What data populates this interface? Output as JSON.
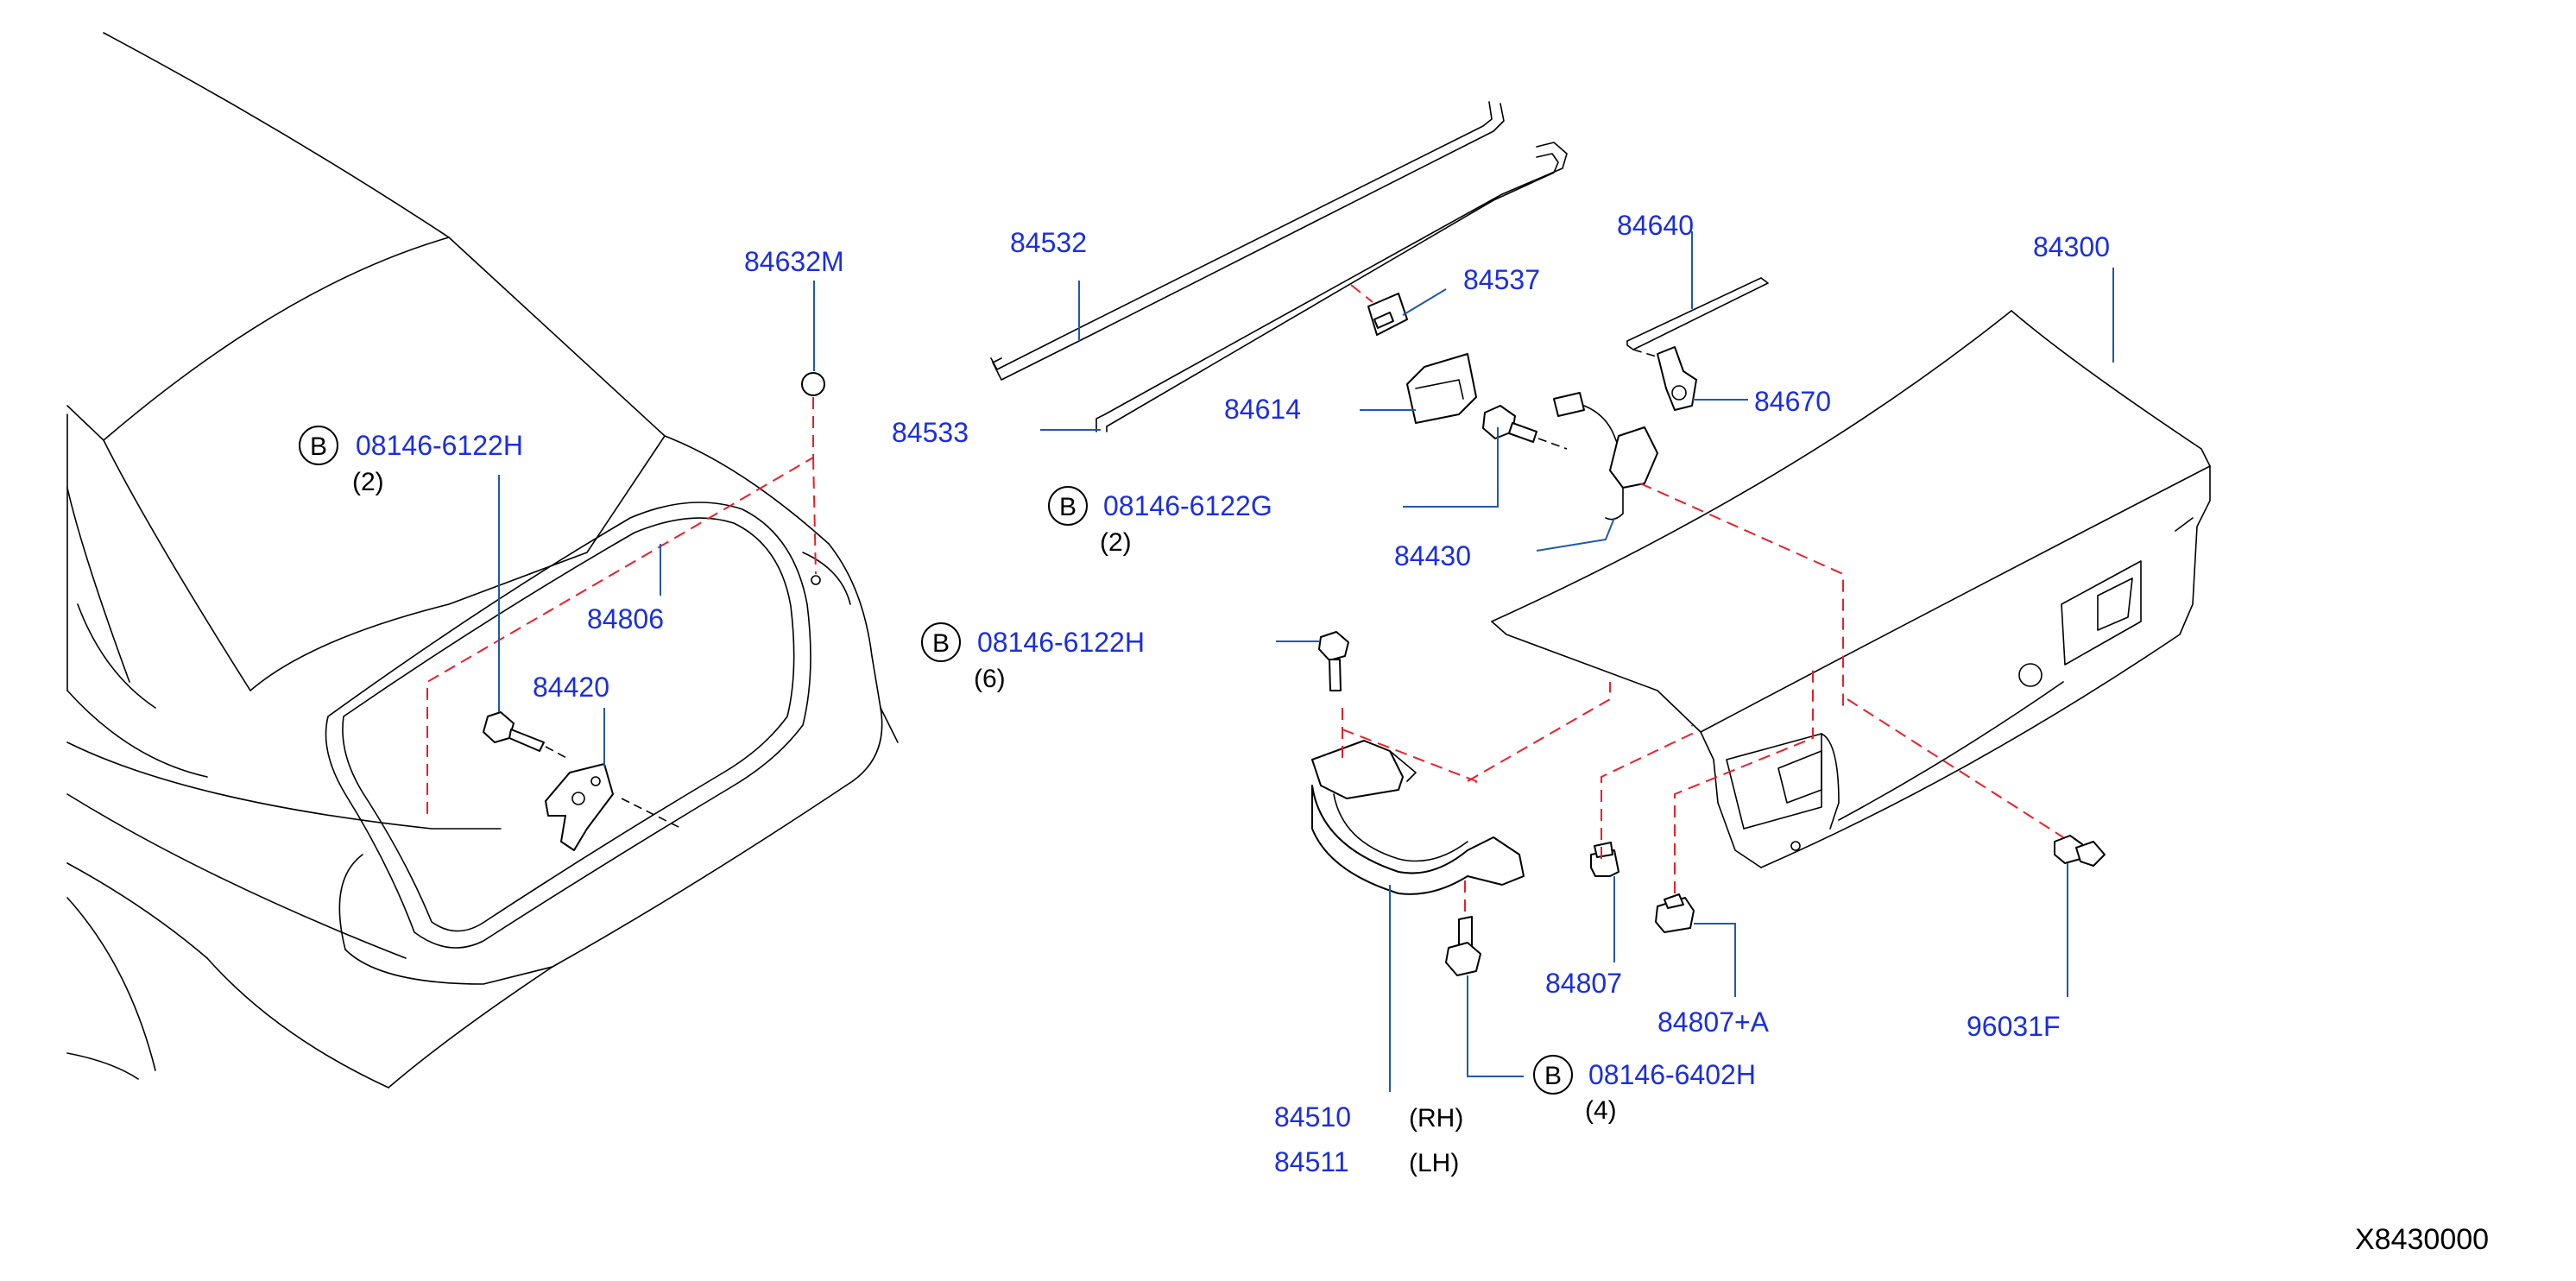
{
  "labels": {
    "p84632M": "84632M",
    "p84532": "84532",
    "p84533": "84533",
    "p84537": "84537",
    "p84614": "84614",
    "p84640": "84640",
    "p84670": "84670",
    "p84430": "84430",
    "p84300": "84300",
    "p84806": "84806",
    "p84420": "84420",
    "p84807": "84807",
    "p84807A": "84807+A",
    "p96031F": "96031F",
    "p84510": "84510",
    "p84511": "84511",
    "rh": "(RH)",
    "lh": "(LH)",
    "bolt1": "08146-6122H",
    "bolt1_qty": "(2)",
    "bolt2": "08146-6122G",
    "bolt2_qty": "(2)",
    "bolt3": "08146-6122H",
    "bolt3_qty": "(6)",
    "bolt4": "08146-6402H",
    "bolt4_qty": "(4)",
    "b_symbol": "B",
    "diagram_ref": "X8430000"
  },
  "colors": {
    "part_number": "#1a2ee0",
    "leader_line": "#1f5aa8",
    "dashed_line": "#e8202a",
    "drawing": "#000000"
  }
}
